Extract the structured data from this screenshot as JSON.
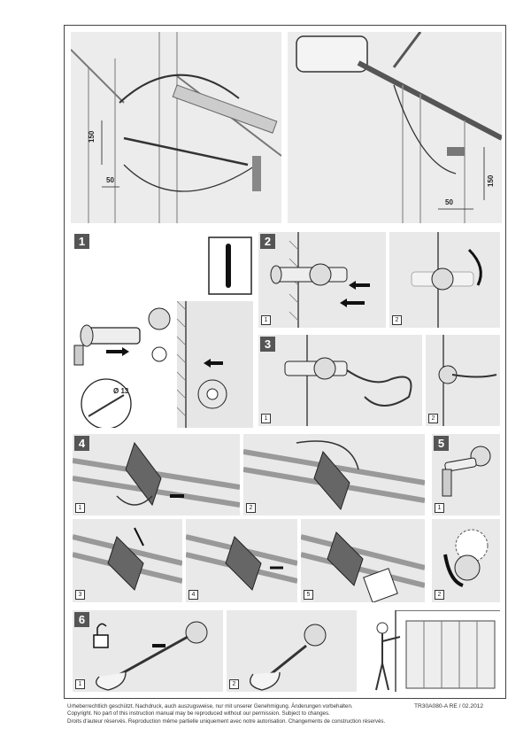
{
  "steps": {
    "s1": "1",
    "s2": "2",
    "s3": "3",
    "s4": "4",
    "s5": "5",
    "s6": "6"
  },
  "subs": [
    "1",
    "2",
    "3",
    "4",
    "5"
  ],
  "dimensions": {
    "left_150": "150",
    "left_50": "50",
    "right_150": "150",
    "right_50": "50",
    "hole": "Ø 13"
  },
  "icons": {
    "step6": "unlock-padlock-icon",
    "step1": "tool-icon"
  },
  "footer": {
    "line1": "Urheberrechtlich geschützt. Nachdruck, auch auszugsweise, nur mit unserer Genehmigung. Änderungen vorbehalten.",
    "line2": "Copyright. No part of this instruction manual may be reproduced without our permission. Subject to changes.",
    "line3": "Droits d'auteur réservés. Reproduction même partielle uniquement avec notre autorisation. Changements de construction réservés.",
    "doc_ref": "TR30A080-A  RE / 02.2012"
  },
  "colors": {
    "panel": "#e9e9e9",
    "line": "#333333",
    "badge": "#555555"
  }
}
